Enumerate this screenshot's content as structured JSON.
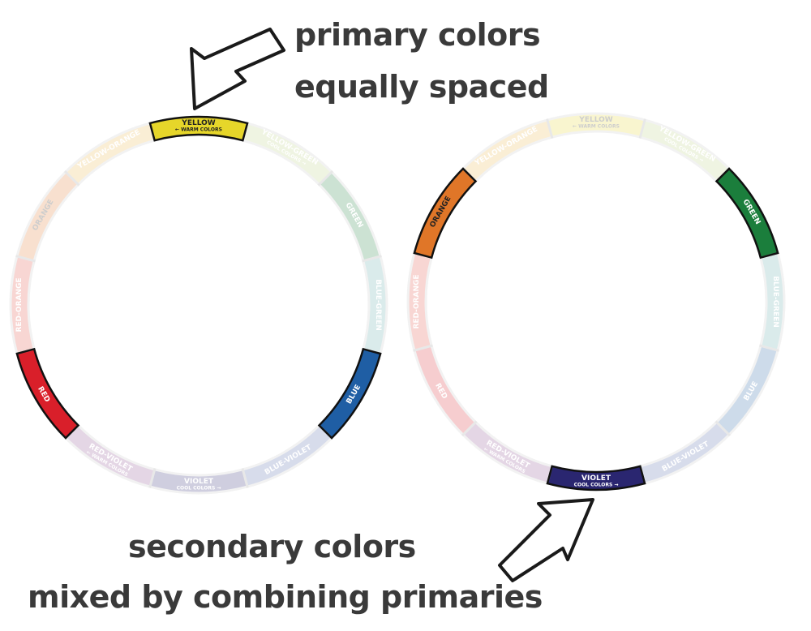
{
  "captions": {
    "primary_line1": "primary colors",
    "primary_line2": "equally spaced",
    "secondary_line1": "secondary colors",
    "secondary_line2": "mixed by combining primaries"
  },
  "segments": [
    {
      "key": "yellow",
      "label": "YELLOW",
      "color": "#e6d62a",
      "text_color": "#222222",
      "sub": "WARM COLORS",
      "sub_arrow": "left"
    },
    {
      "key": "yellow-green",
      "label": "YELLOW-GREEN",
      "color": "#b9d27e",
      "text_color": "#ffffff",
      "sub": "COOL COLORS",
      "sub_arrow": "right"
    },
    {
      "key": "green",
      "label": "GREEN",
      "color": "#1b7e3c",
      "text_color": "#ffffff"
    },
    {
      "key": "blue-green",
      "label": "BLUE-GREEN",
      "color": "#5aa6a8",
      "text_color": "#ffffff"
    },
    {
      "key": "blue",
      "label": "BLUE",
      "color": "#1f5ea4",
      "text_color": "#ffffff"
    },
    {
      "key": "blue-violet",
      "label": "BLUE-VIOLET",
      "color": "#4c63a8",
      "text_color": "#ffffff"
    },
    {
      "key": "violet",
      "label": "VIOLET",
      "color": "#2a2670",
      "text_color": "#ffffff",
      "sub": "COOL COLORS",
      "sub_arrow": "right"
    },
    {
      "key": "red-violet",
      "label": "RED-VIOLET",
      "color": "#8a4a8c",
      "text_color": "#ffffff",
      "sub": "WARM COLORS",
      "sub_arrow": "left"
    },
    {
      "key": "red",
      "label": "RED",
      "color": "#d91f2a",
      "text_color": "#ffffff"
    },
    {
      "key": "red-orange",
      "label": "RED-ORANGE",
      "color": "#e24b3a",
      "text_color": "#ffffff"
    },
    {
      "key": "orange",
      "label": "ORANGE",
      "color": "#e07628",
      "text_color": "#222222"
    },
    {
      "key": "yellow-orange",
      "label": "YELLOW-ORANGE",
      "color": "#ecb446",
      "text_color": "#ffffff"
    }
  ],
  "wheels": [
    {
      "name": "primary-wheel",
      "highlight": [
        "yellow",
        "blue",
        "red"
      ]
    },
    {
      "name": "secondary-wheel",
      "highlight": [
        "green",
        "violet",
        "orange"
      ]
    }
  ],
  "fade_opacity": 0.22,
  "segment_divider_color": "#c9c9c9",
  "highlight_border_color": "#111111"
}
